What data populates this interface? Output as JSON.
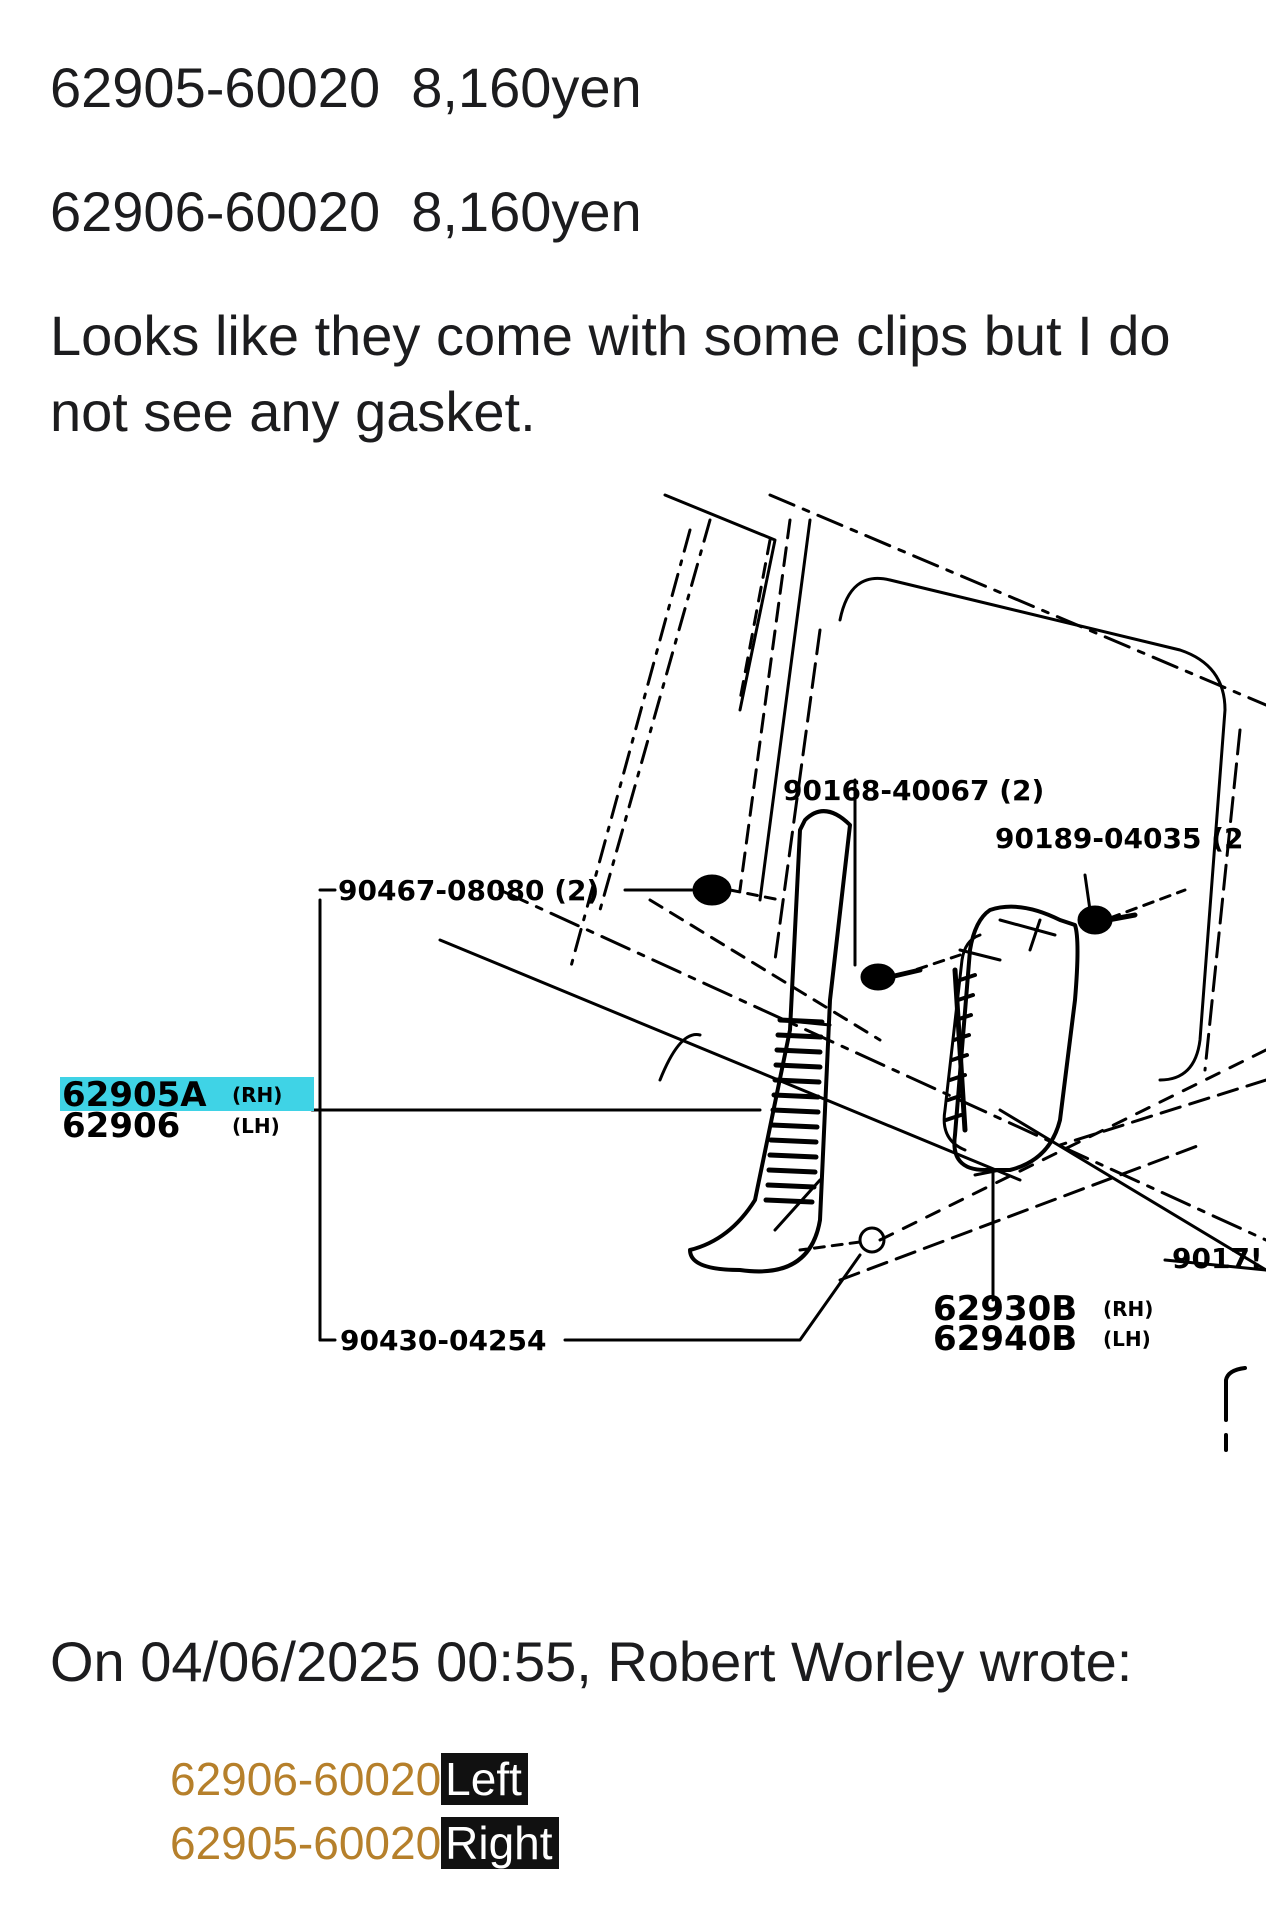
{
  "message": {
    "price_lines": [
      {
        "part": "62905-60020",
        "price": "8,160yen"
      },
      {
        "part": "62906-60020",
        "price": "8,160yen"
      }
    ],
    "note": "Looks like they come with some clips but I do not see any gasket."
  },
  "diagram": {
    "labels": {
      "p1": "90168-40067 (2)",
      "p2": "90189-04035 (2",
      "p3": "90467-08080 (2)",
      "p4_code": "62905A",
      "p4_side": "(RH)",
      "p5_code": "62906",
      "p5_side": "(LH)",
      "p6": "9017!",
      "p7_code": "62930B",
      "p7_side": "(RH)",
      "p8_code": "62940B",
      "p8_side": "(LH)",
      "p9": "90430-04254"
    },
    "highlight_color": "#3fd3e6"
  },
  "quote": {
    "header": "On 04/06/2025 00:55, Robert Worley wrote:",
    "lines": [
      {
        "part": "62906-60020",
        "side": "Left"
      },
      {
        "part": "62905-60020",
        "side": "Right"
      }
    ],
    "part_color": "#b6802b"
  }
}
